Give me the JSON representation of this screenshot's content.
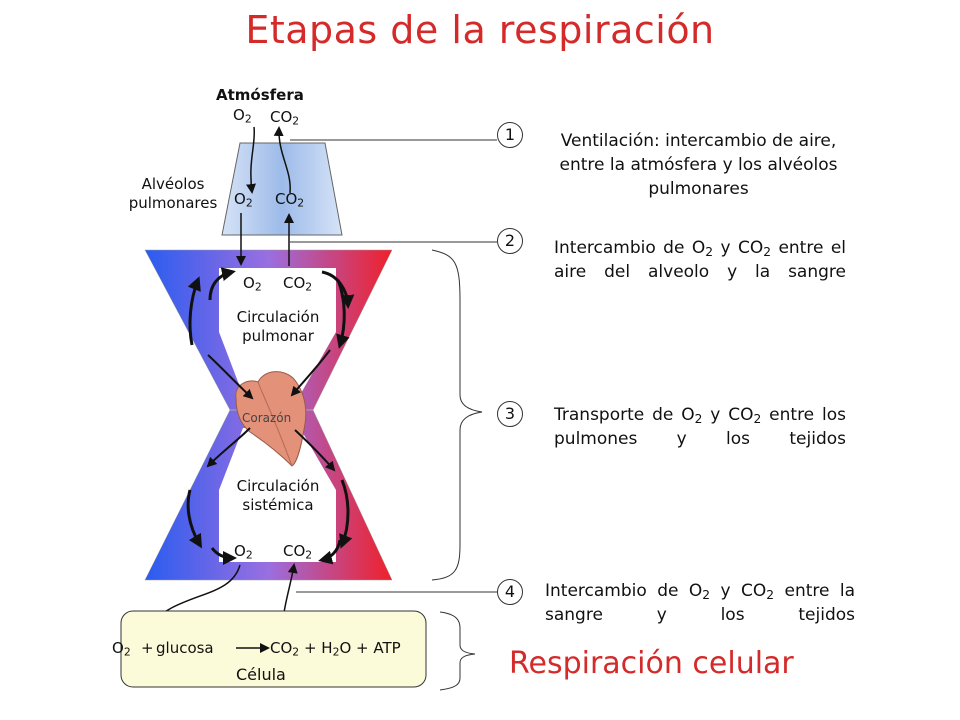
{
  "title": "Etapas de la respiración",
  "atmosphere_label": "Atmósfera",
  "gas": {
    "o": "O",
    "co": "CO",
    "two": "2"
  },
  "alveolos_label": {
    "line1": "Alvéolos",
    "line2": "pulmonares"
  },
  "pulmonary_circ": {
    "line1": "Circulación",
    "line2": "pulmonar"
  },
  "systemic_circ": {
    "line1": "Circulación",
    "line2": "sistémica"
  },
  "heart_label": "Corazón",
  "cell": {
    "label": "Célula",
    "glucosa": "glucosa",
    "plus": "+",
    "h": "H",
    "o_atp": "O + ATP"
  },
  "stages": [
    {
      "num": "1",
      "text": "Ventilación: intercambio de aire, entre la atmósfera y los alvéolos pulmonares"
    },
    {
      "num": "2",
      "prefix": "Intercambio de",
      "and": "y",
      "suffix": "entre el aire del alveolo y la sangre"
    },
    {
      "num": "3",
      "prefix": "Transporte de",
      "and": "y",
      "suffix": "entre los pulmones y los tejidos"
    },
    {
      "num": "4",
      "prefix": "Intercambio de",
      "and": "y",
      "suffix": "entre la sangre y los tejidos"
    }
  ],
  "cellular_respiration": "Respiración celular",
  "colors": {
    "title": "#d42a2a",
    "blue": "#2a5cf0",
    "red": "#f0202a",
    "cell": "#fbfbd9",
    "tube": "#bcd2f3"
  }
}
